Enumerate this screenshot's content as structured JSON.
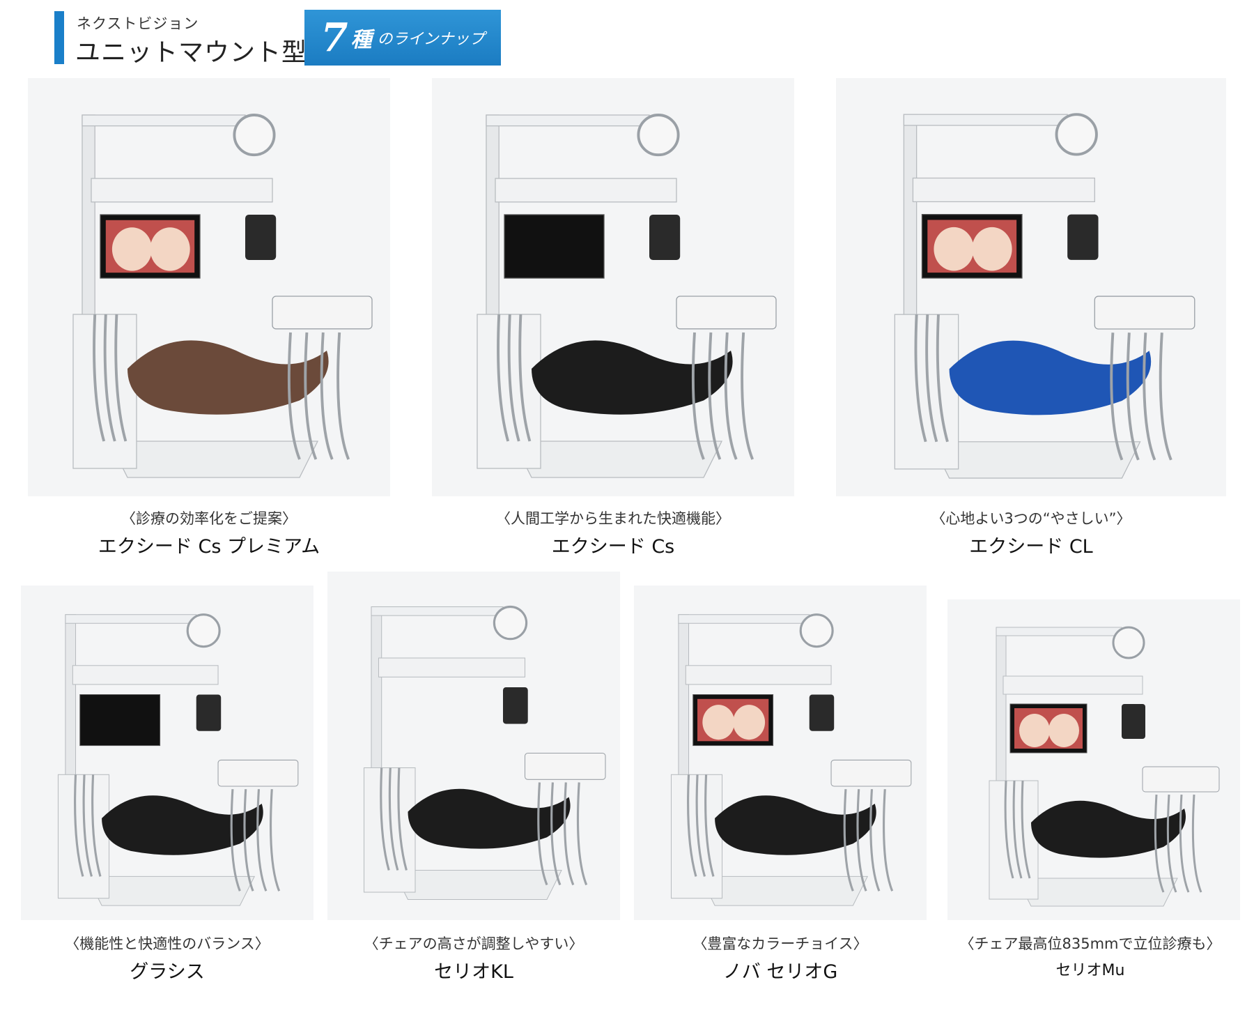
{
  "header": {
    "subtitle": "ネクストビジョン",
    "title": "ユニットマウント型",
    "lineup_badge": {
      "count": "7",
      "kind": "種",
      "rest": "のラインナップ"
    }
  },
  "products": [
    {
      "tagline": "〈診療の効率化をご提案〉",
      "name": "エクシード Cs プレミアム",
      "seat_color": "#6b4a3a",
      "screen": "photo"
    },
    {
      "tagline": "〈人間工学から生まれた快適機能〉",
      "name": "エクシード Cs",
      "seat_color": "#1c1c1c",
      "screen": "dark"
    },
    {
      "tagline": "〈心地よい3つの“やさしい”〉",
      "name": "エクシード CL",
      "seat_color": "#1f56b5",
      "screen": "photo"
    },
    {
      "tagline": "〈機能性と快適性のバランス〉",
      "name": "グラシス",
      "seat_color": "#1c1c1c",
      "screen": "dark"
    },
    {
      "tagline": "〈チェアの高さが調整しやすい〉",
      "name": "セリオKL",
      "seat_color": "#1c1c1c",
      "screen": "none"
    },
    {
      "tagline": "〈豊富なカラーチョイス〉",
      "name": "ノバ セリオG",
      "seat_color": "#1c1c1c",
      "screen": "photo"
    },
    {
      "tagline": "〈チェア最高位835mmで立位診療も〉",
      "name": "セリオMu",
      "seat_color": "#1c1c1c",
      "screen": "photo"
    }
  ]
}
